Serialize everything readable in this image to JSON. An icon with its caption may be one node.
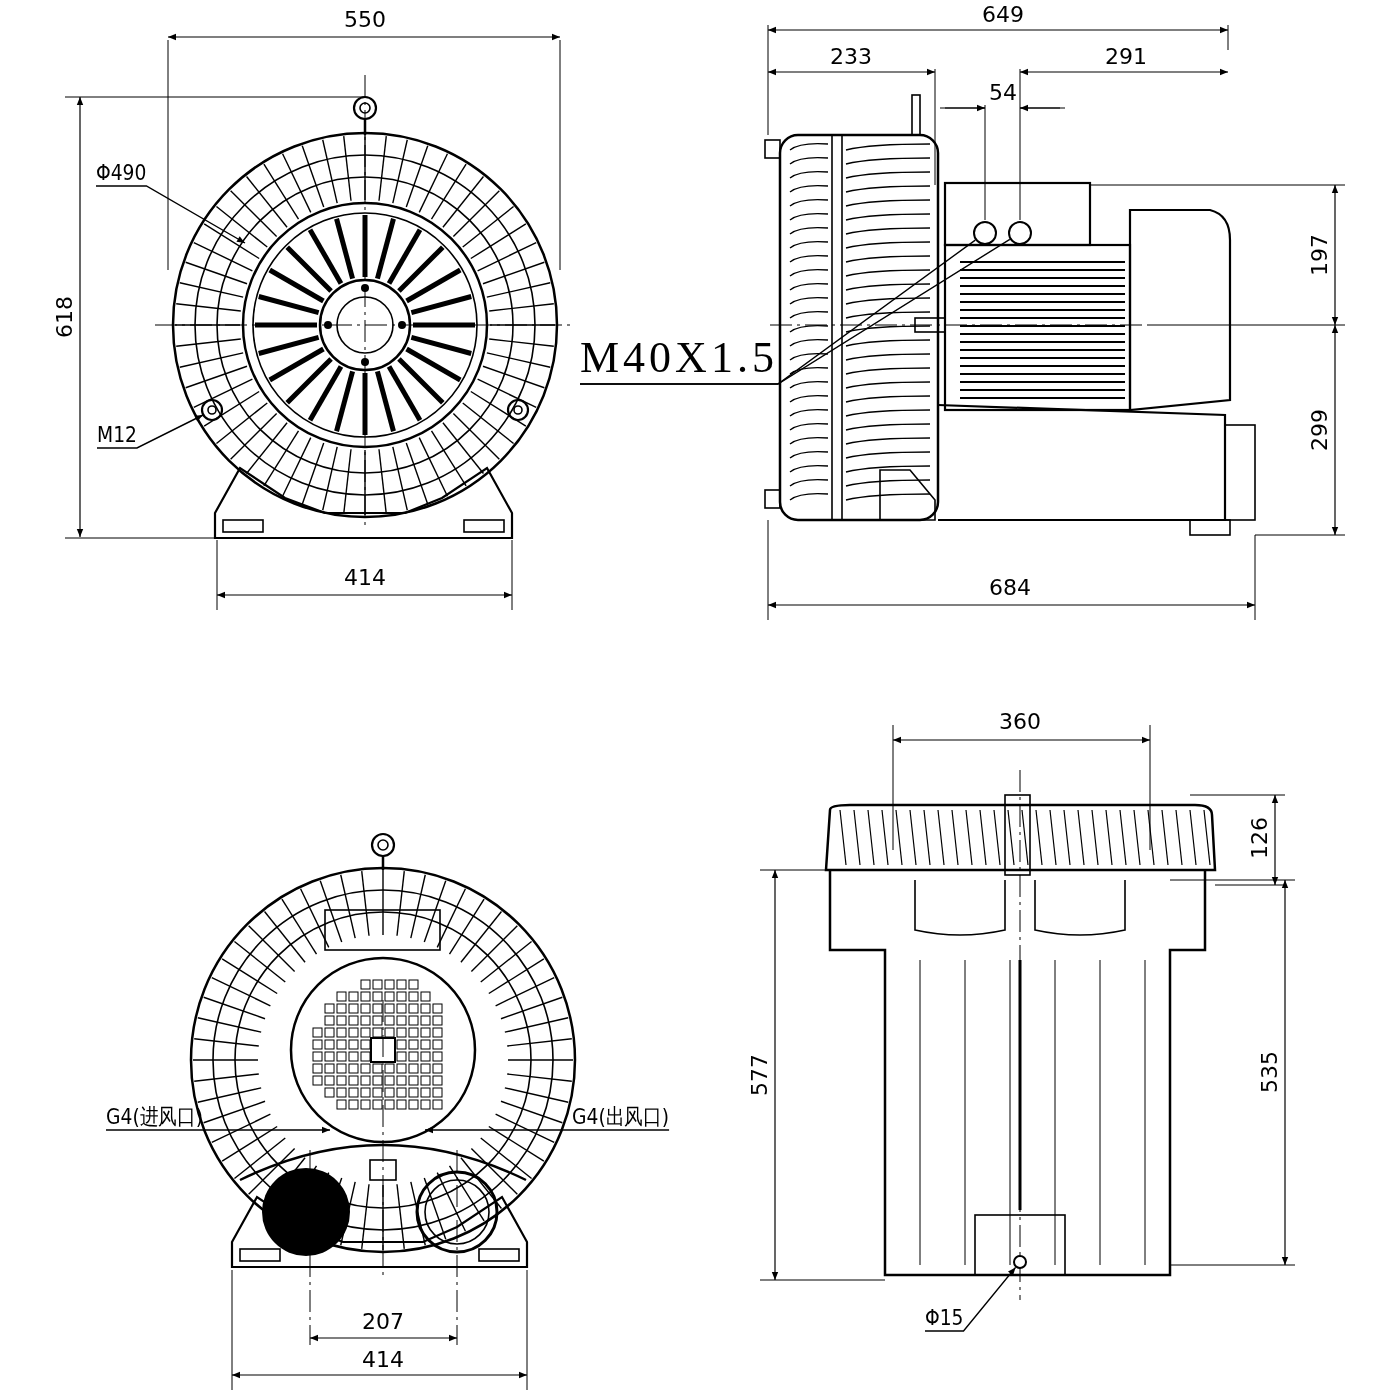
{
  "diagram": {
    "nodes": [
      {
        "text": [
          "Φ490"
        ]
      },
      {
        "text": [
          "M12"
        ]
      },
      {
        "text": [
          "M40X1.5"
        ]
      },
      {
        "text": [
          "G4(进风口)"
        ]
      },
      {
        "text": [
          "G4(出风口)"
        ]
      },
      {
        "text": [
          "Φ15"
        ]
      },
      {
        "text": [],
        "shape": "circle"
      },
      {
        "text": [],
        "shape": "circle"
      },
      {
        "text": [],
        "shape": "circle"
      }
    ],
    "edges": [
      {
        "from": 0,
        "to": null,
        "arrow": "to"
      },
      {
        "from": 1,
        "to": null,
        "arrow": "to"
      },
      {
        "from": 2,
        "to": 6,
        "arrow": "none"
      },
      {
        "from": 2,
        "to": 7,
        "arrow": "none"
      },
      {
        "from": 3,
        "to": null,
        "arrow": "to"
      },
      {
        "from": 4,
        "to": null,
        "arrow": "to"
      },
      {
        "from": 5,
        "to": 8,
        "arrow": "to"
      }
    ],
    "labels": [
      "550",
      "649",
      "233",
      "291",
      "54",
      "618",
      "197",
      "299",
      "414",
      "684",
      "360",
      "126",
      "577",
      "535",
      "207",
      "414"
    ]
  }
}
